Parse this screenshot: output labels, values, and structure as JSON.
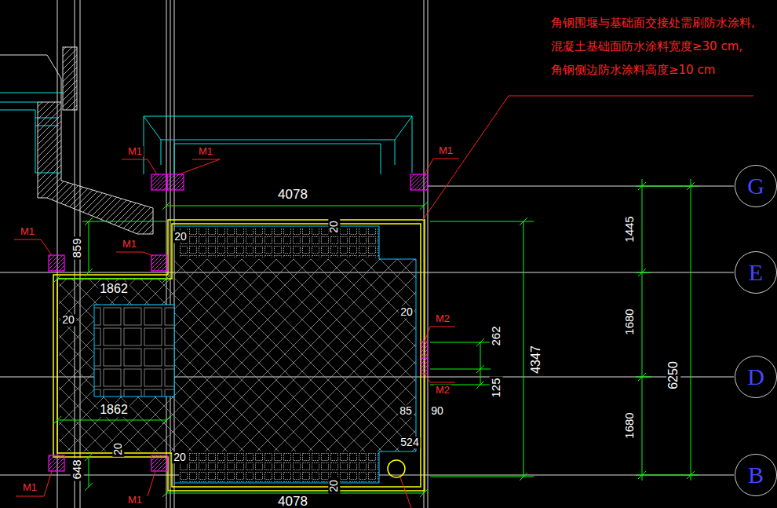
{
  "diagram": {
    "nodes": [
      {
        "text": [
          "G"
        ]
      },
      {
        "text": [
          "E"
        ]
      },
      {
        "text": [
          "D"
        ]
      },
      {
        "text": [
          "B"
        ]
      }
    ],
    "labels": [
      "角钢围堰与基础面交接处需刷防水涂料, 混凝土基础面防水涂料宽度≥30 cm, 角钢侧边防水涂料高度≥10 cm",
      "M1",
      "M1",
      "M1",
      "M1",
      "M1",
      "M1",
      "M1",
      "M2",
      "M2",
      "4078",
      "4078",
      "859",
      "1862",
      "1862",
      "20",
      "20",
      "20",
      "20",
      "85",
      "90",
      "524",
      "20",
      "20",
      "20",
      "648",
      "262",
      "125",
      "4347",
      "1445",
      "1680",
      "1680",
      "6250"
    ]
  }
}
